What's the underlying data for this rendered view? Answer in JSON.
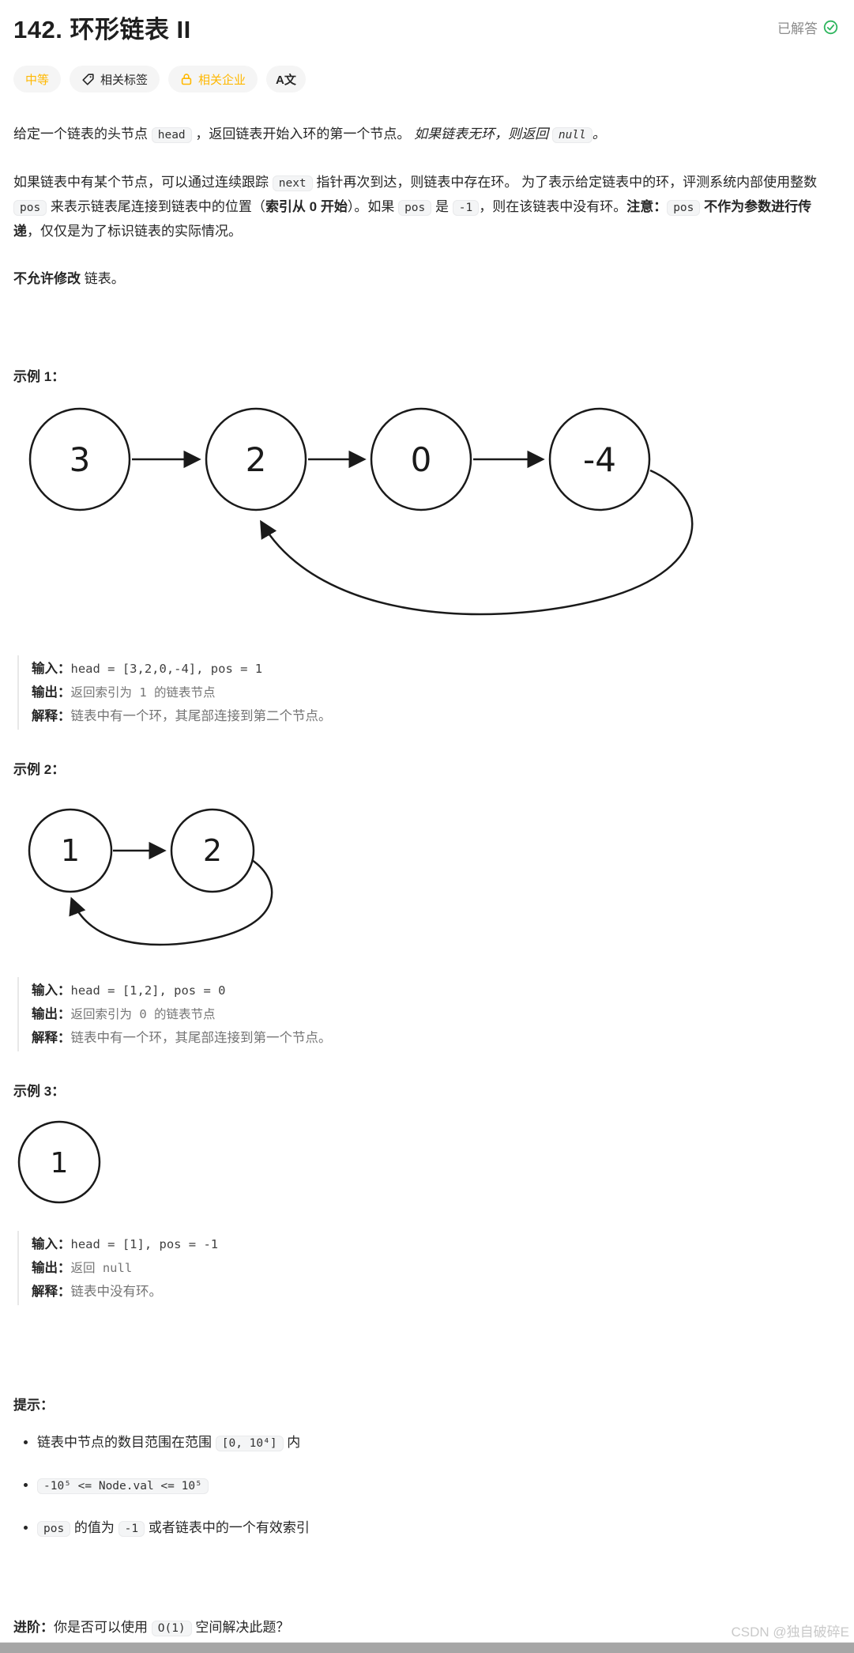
{
  "header": {
    "title": "142. 环形链表 II",
    "solved": "已解答"
  },
  "tags": {
    "difficulty": "中等",
    "topics": "相关标签",
    "companies": "相关企业",
    "lang_toggle": "A文"
  },
  "desc": {
    "p1": {
      "t1": "给定一个链表的头节点 ",
      "c1": "head",
      "t2": " ，返回链表开始入环的第一个节点。 ",
      "i1": "如果链表无环，则返回 ",
      "ic": "null",
      "i2": "。"
    },
    "p2": {
      "t1": "如果链表中有某个节点，可以通过连续跟踪 ",
      "c1": "next",
      "t2": " 指针再次到达，则链表中存在环。 为了表示给定链表中的环，评测系统内部使用整数 ",
      "c2": "pos",
      "t3": " 来表示链表尾连接到链表中的位置（",
      "b1": "索引从 0 开始",
      "t4": "）。如果 ",
      "c3": "pos",
      "t5": " 是 ",
      "c4": "-1",
      "t6": "，则在该链表中没有环。",
      "b2": "注意：",
      "c5": "pos",
      "b3": " 不作为参数进行传递",
      "t7": "，仅仅是为了标识链表的实际情况。"
    },
    "p3": {
      "b1": "不允许修改",
      "t1": " 链表。"
    }
  },
  "examples": [
    {
      "heading": "示例 1：",
      "input_label": "输入：",
      "input": "head = [3,2,0,-4], pos = 1",
      "output_label": "输出：",
      "output": "返回索引为 1 的链表节点",
      "expl_label": "解释：",
      "expl": "链表中有一个环，其尾部连接到第二个节点。"
    },
    {
      "heading": "示例 2：",
      "input_label": "输入：",
      "input": "head = [1,2], pos = 0",
      "output_label": "输出：",
      "output": "返回索引为 0 的链表节点",
      "expl_label": "解释：",
      "expl": "链表中有一个环，其尾部连接到第一个节点。"
    },
    {
      "heading": "示例 3：",
      "input_label": "输入：",
      "input": "head = [1], pos = -1",
      "output_label": "输出：",
      "output": "返回 null",
      "expl_label": "解释：",
      "expl": "链表中没有环。"
    }
  ],
  "diagrams": {
    "d1": {
      "n1": "3",
      "n2": "2",
      "n3": "0",
      "n4": "-4",
      "cycle_note": "tail connects to node index 1"
    },
    "d2": {
      "n1": "1",
      "n2": "2",
      "cycle_note": "tail connects to node index 0"
    },
    "d3": {
      "n1": "1",
      "cycle_note": "no cycle"
    }
  },
  "hints": {
    "label": "提示：",
    "i1": {
      "t1": "链表中节点的数目范围在范围 ",
      "c1": "[0, 10⁴]",
      "t2": " 内"
    },
    "i2": {
      "c1": "-10⁵ <= Node.val <= 10⁵"
    },
    "i3": {
      "c1": "pos",
      "t1": " 的值为 ",
      "c2": "-1",
      "t2": " 或者链表中的一个有效索引"
    }
  },
  "followup": {
    "label": "进阶：",
    "t1": "你是否可以使用 ",
    "c1": "O(1)",
    "t2": " 空间解决此题？"
  },
  "watermark": "CSDN @独自破碎E",
  "colors": {
    "difficulty_medium": "#ffb800",
    "solved_green": "#2db55d",
    "node_stroke": "#1a1a1a"
  }
}
